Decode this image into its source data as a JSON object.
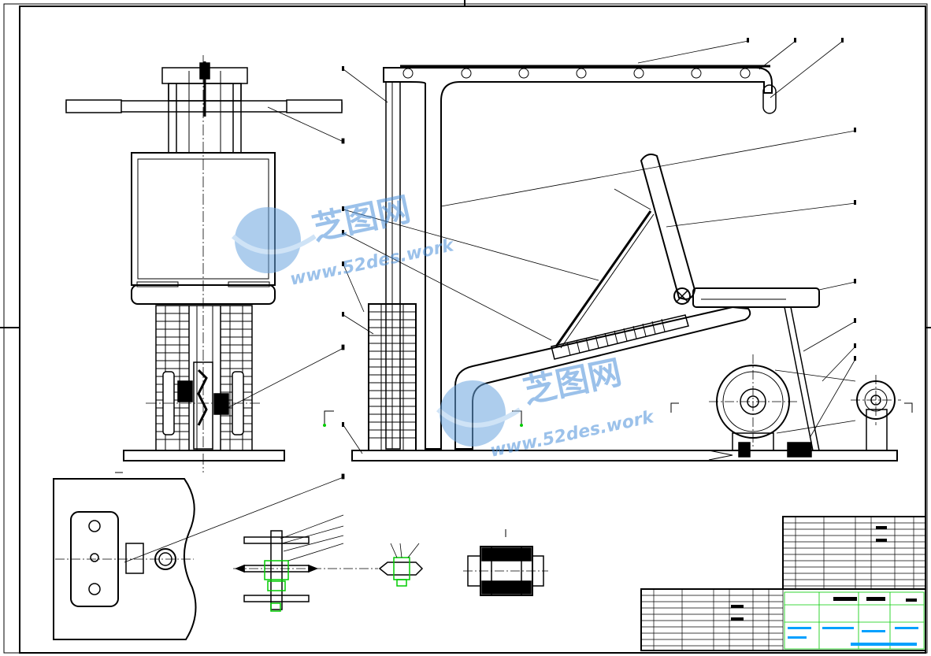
{
  "drawing": {
    "type": "mechanical assembly drawing",
    "views": [
      "front-view",
      "side-view",
      "detail-plate",
      "shaft-sections",
      "coupling-section",
      "bushing-section"
    ],
    "colors": {
      "line": "#000000",
      "background": "#ffffff",
      "highlight": "#00cc00",
      "title_block_accent": "#00a0ff",
      "watermark": "#4a90d9"
    }
  },
  "watermark": {
    "cn_text": "芝图网",
    "url_text": "www.52des.work"
  },
  "title_block": {
    "rows_upper": 11,
    "rows_lower": 9
  }
}
